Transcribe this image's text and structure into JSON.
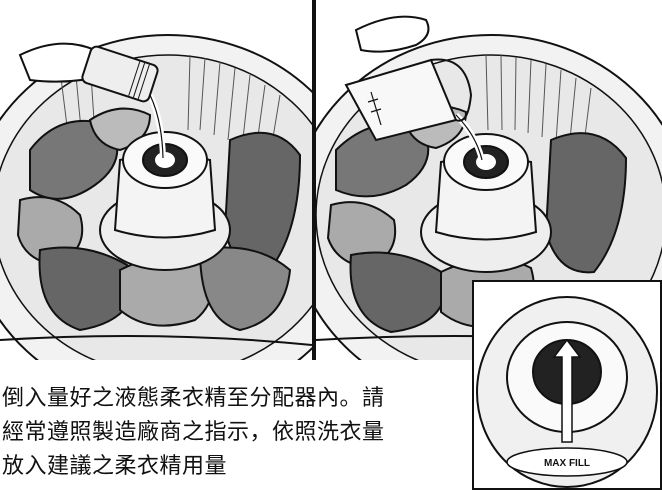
{
  "inset": {
    "fill_label": "MAX FILL"
  },
  "instruction": {
    "lines": [
      "倒入量好之液態柔衣精至分配器內。請",
      "經常遵照製造廠商之指示，依照洗衣量",
      "放入建議之柔衣精用量"
    ]
  },
  "icons": {
    "left_panel": "hand-pouring-bottle-illustration",
    "right_panel": "hand-pouring-measuring-cup-illustration",
    "inset": "dispenser-max-fill-illustration"
  }
}
